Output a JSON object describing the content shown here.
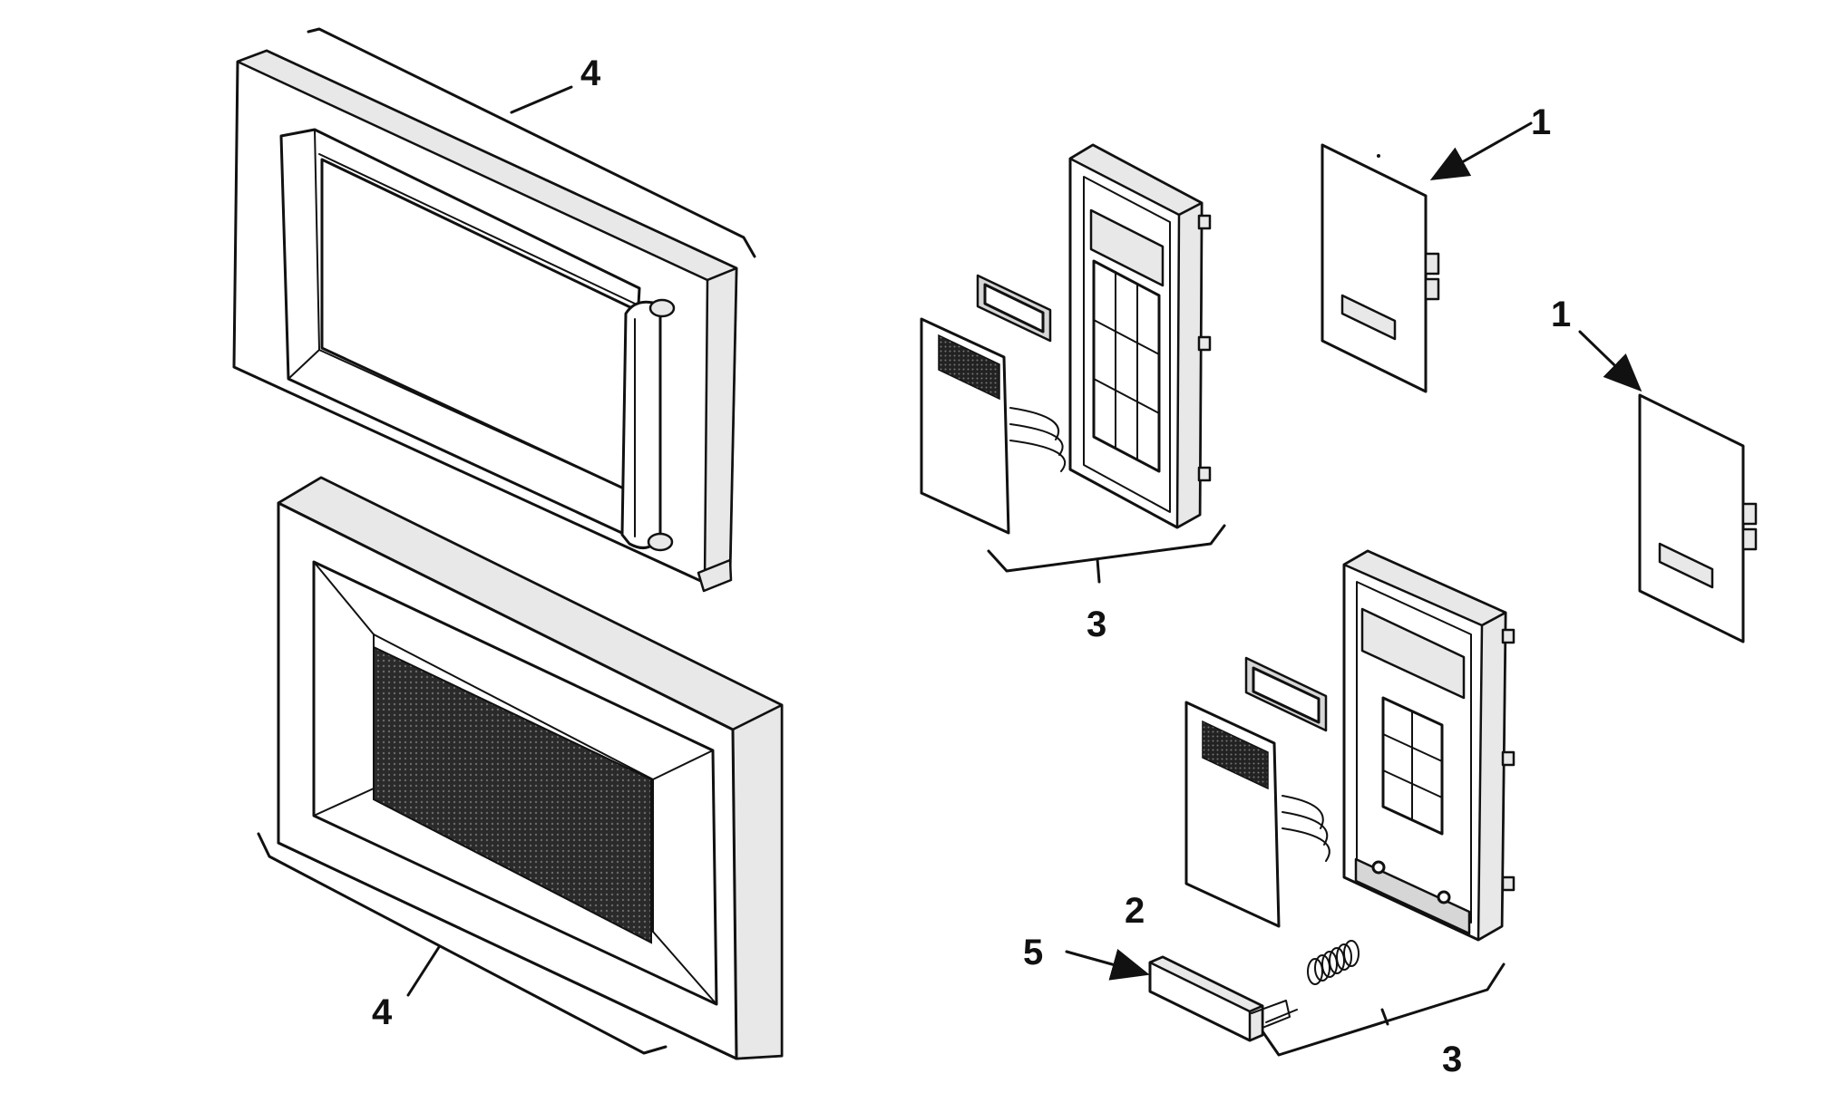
{
  "callouts": [
    {
      "id": "c4_top",
      "label": "4"
    },
    {
      "id": "c4_bottom",
      "label": "4"
    },
    {
      "id": "c1_upper",
      "label": "1"
    },
    {
      "id": "c1_lower",
      "label": "1"
    },
    {
      "id": "c3_upper",
      "label": "3"
    },
    {
      "id": "c3_lower",
      "label": "3"
    },
    {
      "id": "c2",
      "label": "2"
    },
    {
      "id": "c5",
      "label": "5"
    }
  ],
  "colors": {
    "ink": "#111111",
    "paper": "#ffffff",
    "mesh": "#2a2a2a"
  },
  "parts": [
    {
      "name": "door-assembly-with-handle"
    },
    {
      "name": "door-assembly-with-mesh-window"
    },
    {
      "name": "control-panel-upper"
    },
    {
      "name": "control-panel-lower"
    },
    {
      "name": "circuit-board-upper"
    },
    {
      "name": "circuit-board-lower"
    },
    {
      "name": "spring"
    },
    {
      "name": "push-button"
    }
  ]
}
